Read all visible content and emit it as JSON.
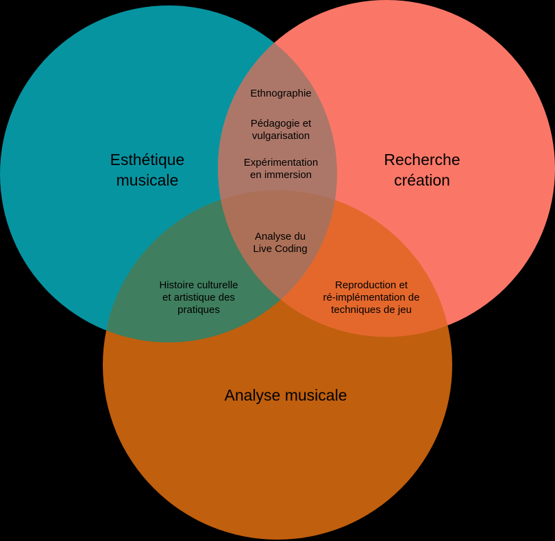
{
  "diagram": {
    "type": "venn-diagram",
    "language": "fr",
    "sets": [
      "Esthétique musicale",
      "Recherche création",
      "Analyse musicale"
    ],
    "overlap_esthetique_recherche_items": [
      "Ethnographie",
      "Pédagogie et vulgarisation",
      "Expérimentation en immersion"
    ],
    "overlap_esthetique_analyse_items": [
      "Histoire culturelle et artistique des pratiques"
    ],
    "overlap_recherche_analyse_items": [
      "Reproduction et ré-implémentation de techniques de jeu"
    ],
    "overlap_all_items": [
      "Analyse du Live Coding"
    ]
  },
  "colors": {
    "background": "#000000",
    "text": "#000000",
    "teal": "#0794A1",
    "salmon": "#FA7767",
    "orange": "#C05F0E",
    "teal_salmon": "#AC7769",
    "teal_orange": "#3F7E5E",
    "salmon_orange": "#E4682C",
    "center": "#AC7058"
  },
  "labels": {
    "esthetique_1": "Esthétique",
    "esthetique_2": "musicale",
    "recherche_1": "Recherche",
    "recherche_2": "création",
    "analyse": "Analyse musicale",
    "ethnographie": "Ethnographie",
    "pedagogie_1": "Pédagogie et",
    "pedagogie_2": "vulgarisation",
    "experimentation_1": "Expérimentation",
    "experimentation_2": "en immersion",
    "live_coding_1": "Analyse du",
    "live_coding_2": "Live Coding",
    "histoire_1": "Histoire culturelle",
    "histoire_2": "et artistique des",
    "histoire_3": "pratiques",
    "reproduction_1": "Reproduction et",
    "reproduction_2": "ré-implémentation de",
    "reproduction_3": "techniques de jeu"
  }
}
